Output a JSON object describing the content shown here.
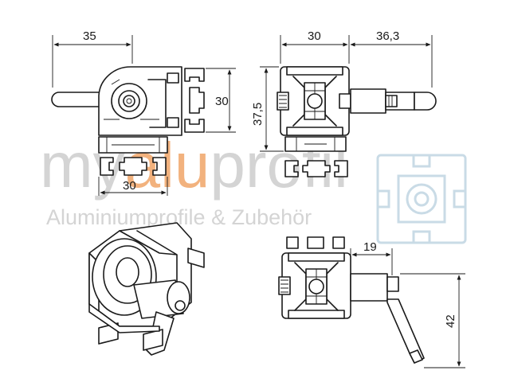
{
  "watermark": {
    "brand_prefix": "my",
    "brand_highlight": "alu",
    "brand_suffix": "profil",
    "tagline": "Aluminiumprofile & Zubehör",
    "colors": {
      "gray": "#d4d4d4",
      "highlight": "#f2b27e",
      "logo_blue": "#c9dbe6"
    }
  },
  "dimensions": {
    "top_view_width": "35",
    "top_view_height": "30",
    "top_view_base": "30",
    "front_view_width": "30",
    "front_view_handle": "36,3",
    "front_view_height": "37,5",
    "bottom_view_offset": "19",
    "bottom_view_handle_drop": "42"
  },
  "colors": {
    "line": "#1a1a1a",
    "background": "#ffffff"
  }
}
